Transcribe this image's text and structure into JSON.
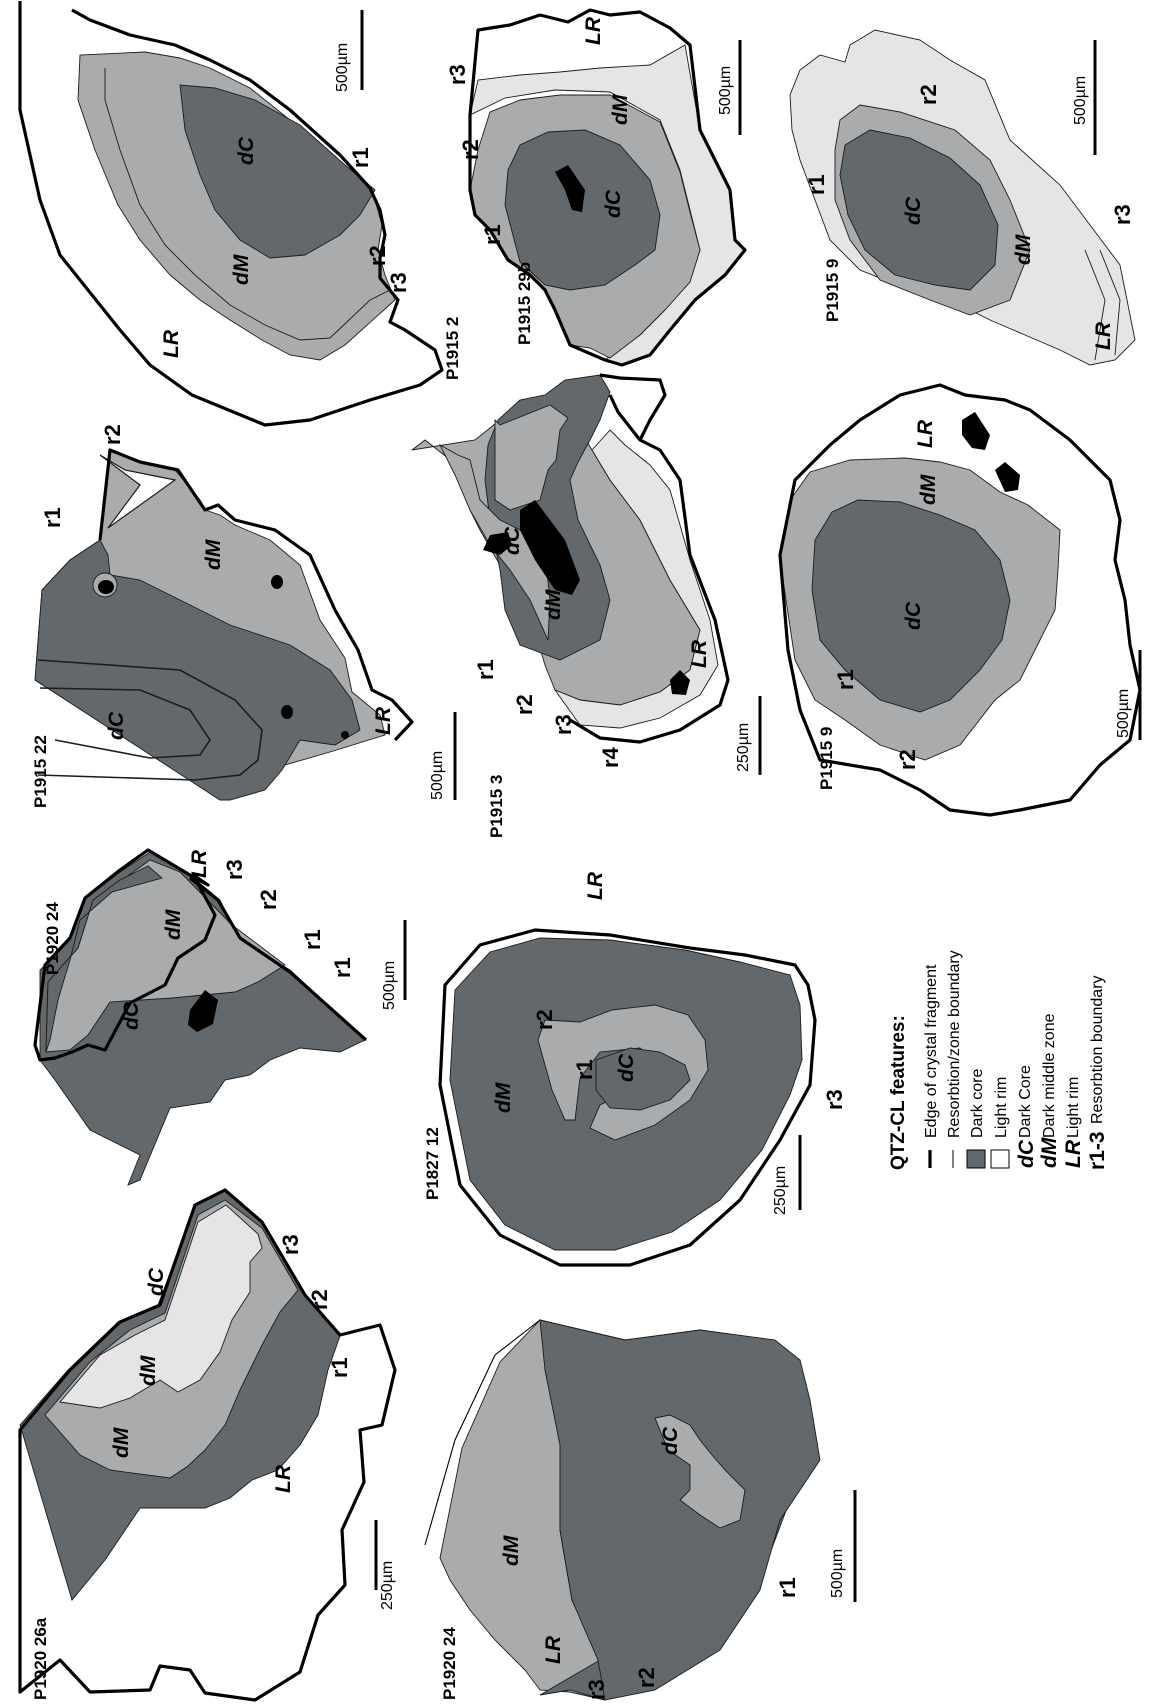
{
  "samples": {
    "p1920_26a": {
      "name": "P1920 26a",
      "scale": "250µm",
      "zones": {
        "lr": "LR",
        "dm1": "dM",
        "dm2": "dM",
        "dc": "dC"
      },
      "boundaries": {
        "r1": "r1",
        "r2": "r2",
        "r3": "r3"
      }
    },
    "p1920_24a": {
      "name": "P1920 24",
      "scale": "500µm",
      "zones": {
        "lr": "LR",
        "dm": "dM",
        "dc": "dC"
      },
      "boundaries": {
        "r1a": "r1",
        "r1b": "r1",
        "r2": "r2",
        "r3": "r3"
      }
    },
    "p1915_22": {
      "name": "P1915 22",
      "scale": "500µm",
      "zones": {
        "lr": "LR",
        "dm": "dM",
        "dc": "dC"
      },
      "boundaries": {
        "r1": "r1",
        "r2": "r2"
      }
    },
    "p1915_2": {
      "name": "P1915 2",
      "scale": "500µm",
      "zones": {
        "lr": "LR",
        "dm": "dM",
        "dc": "dC"
      },
      "boundaries": {
        "r1": "r1",
        "r2": "r2",
        "r3": "r3"
      }
    },
    "p1920_24b": {
      "name": "P1920 24",
      "scale": "500µm",
      "zones": {
        "lr": "LR",
        "dm": "dM",
        "dc": "dC"
      },
      "boundaries": {
        "r1": "r1",
        "r2": "r2",
        "r3": "r3"
      }
    },
    "p1827_12": {
      "name": "P1827 12",
      "scale": "250µm",
      "zones": {
        "lr": "LR",
        "dm": "dM",
        "dc": "dC"
      },
      "boundaries": {
        "r1": "r1",
        "r2": "r2",
        "r3": "r3"
      }
    },
    "p1915_3": {
      "name": "P1915 3",
      "scale": "250µm",
      "zones": {
        "lr": "LR",
        "dm": "dM",
        "dc": "dC"
      },
      "boundaries": {
        "r1": "r1",
        "r2": "r2",
        "r3": "r3",
        "r4": "r4"
      }
    },
    "p1915_29b": {
      "name": "P1915 29b",
      "scale": "500µm",
      "zones": {
        "lr": "LR",
        "dm": "dM",
        "dc": "dC"
      },
      "boundaries": {
        "r1": "r1",
        "r2": "r2",
        "r3": "r3"
      }
    },
    "p1915_9a": {
      "name": "P1915 9",
      "scale": "500µm",
      "zones": {
        "lr": "LR",
        "dm": "dM",
        "dc": "dC"
      },
      "boundaries": {
        "r1": "r1",
        "r2": "r2"
      }
    },
    "p1915_9b": {
      "name": "P1915 9",
      "scale": "500µm",
      "zones": {
        "lr": "LR",
        "dm": "dM",
        "dc": "dC"
      },
      "boundaries": {
        "r1": "r1",
        "r2": "r2",
        "r3": "r3"
      }
    }
  },
  "legend": {
    "title": "QTZ-CL features:",
    "items": [
      {
        "symbol": "thick-line",
        "text": "Edge of crystal fragment"
      },
      {
        "symbol": "thin-line",
        "text": "Resorbtion/zone boundary"
      },
      {
        "symbol": "dark-swatch",
        "text": "Dark core"
      },
      {
        "symbol": "light-swatch",
        "text": "Light rim"
      },
      {
        "code": "dC",
        "text": "Dark Core"
      },
      {
        "code": "dM",
        "text": "Dark middle zone"
      },
      {
        "code": "LR",
        "text": "Light rim"
      },
      {
        "code": "r1-3",
        "text": "Resorbtion boundary"
      }
    ]
  },
  "colors": {
    "dark": "#62686b",
    "middle": "#a9abad",
    "light": "#e6e4e4",
    "rim": "#ffffff",
    "edge": "#000000"
  }
}
